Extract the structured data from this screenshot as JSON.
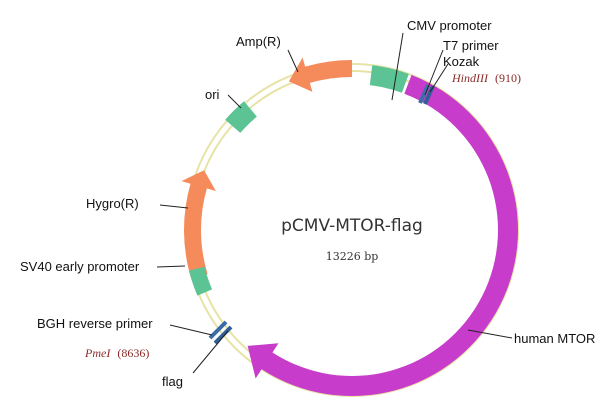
{
  "plasmid": {
    "name": "pCMV-MTOR-flag",
    "size_label": "13226 bp",
    "total_bp": 13226
  },
  "features": [
    {
      "id": "mtor",
      "label": "human MTOR",
      "color": "#c83ccc",
      "type": "arrow",
      "direction": "cw"
    },
    {
      "id": "cmv",
      "label": "CMV promoter",
      "color": "#5cc394",
      "type": "box"
    },
    {
      "id": "amp",
      "label": "Amp(R)",
      "color": "#f58a5a",
      "type": "arrow",
      "direction": "ccw"
    },
    {
      "id": "ori",
      "label": "ori",
      "color": "#5cc394",
      "type": "box"
    },
    {
      "id": "hygro",
      "label": "Hygro(R)",
      "color": "#f58a5a",
      "type": "arrow",
      "direction": "cw"
    },
    {
      "id": "sv40",
      "label": "SV40 early promoter",
      "color": "#5cc394",
      "type": "box"
    }
  ],
  "markers": [
    {
      "id": "t7",
      "label": "T7 primer"
    },
    {
      "id": "kozak",
      "label": "Kozak"
    },
    {
      "id": "bgh",
      "label": "BGH reverse primer"
    },
    {
      "id": "flag",
      "label": "flag"
    }
  ],
  "sites": [
    {
      "id": "hindiii",
      "name": "HindIII",
      "pos": "(910)"
    },
    {
      "id": "pmei",
      "name": "PmeI",
      "pos": "(8636)"
    }
  ],
  "colors": {
    "backbone": "#e6e3a4",
    "marker": "#3a6ea5"
  }
}
